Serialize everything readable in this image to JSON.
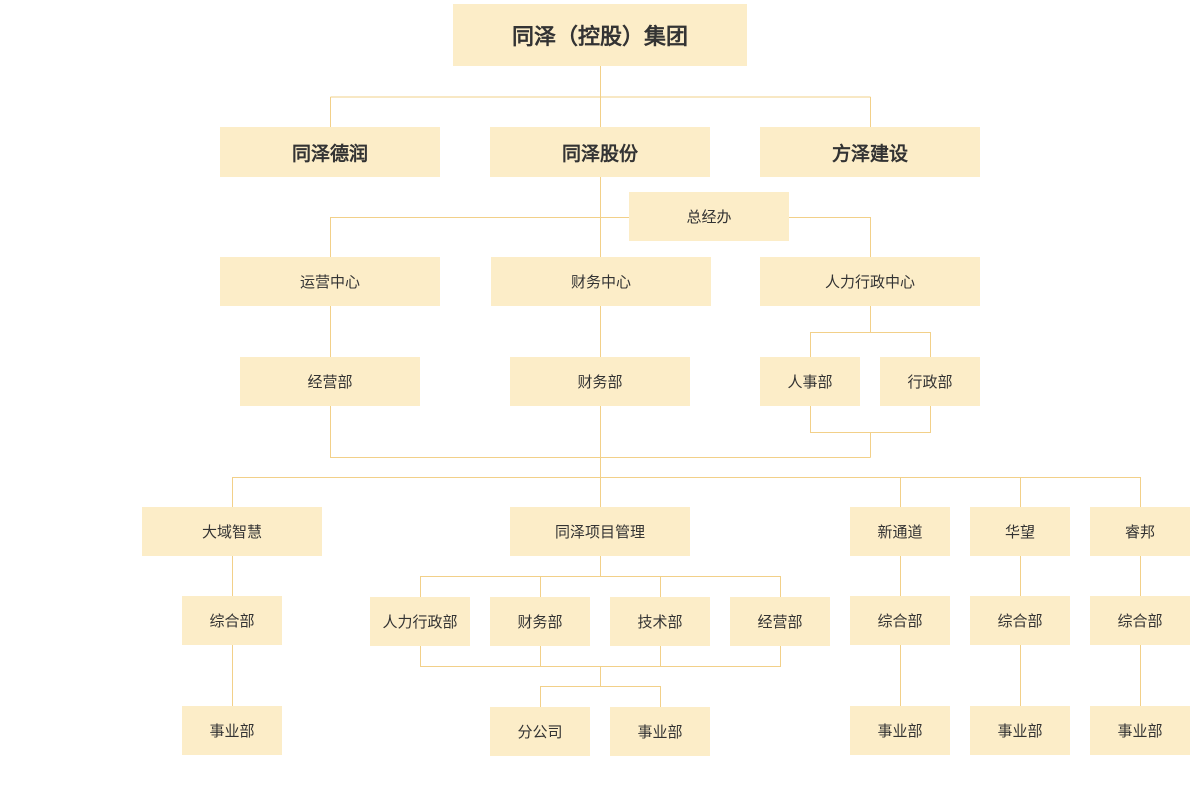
{
  "colors": {
    "box": "#fcedc8",
    "line": "#f2d089",
    "text": "#333333"
  },
  "root": "同泽（控股）集团",
  "companies": {
    "derun": "同泽德润",
    "gufen": "同泽股份",
    "fangze": "方泽建设"
  },
  "gm_office": "总经办",
  "centers": {
    "ops": "运营中心",
    "finance": "财务中心",
    "hr_admin": "人力行政中心"
  },
  "depts": {
    "business": "经营部",
    "finance": "财务部",
    "personnel": "人事部",
    "admin": "行政部"
  },
  "subsidiaries": {
    "dayu": {
      "name": "大域智慧",
      "d1": "综合部",
      "d2": "事业部"
    },
    "project": {
      "name": "同泽项目管理",
      "hr": "人力行政部",
      "finance": "财务部",
      "tech": "技术部",
      "business": "经营部",
      "branch": "分公司",
      "division": "事业部"
    },
    "xintongdao": {
      "name": "新通道",
      "d1": "综合部",
      "d2": "事业部"
    },
    "huawang": {
      "name": "华望",
      "d1": "综合部",
      "d2": "事业部"
    },
    "ruibang": {
      "name": "睿邦",
      "d1": "综合部",
      "d2": "事业部"
    }
  }
}
